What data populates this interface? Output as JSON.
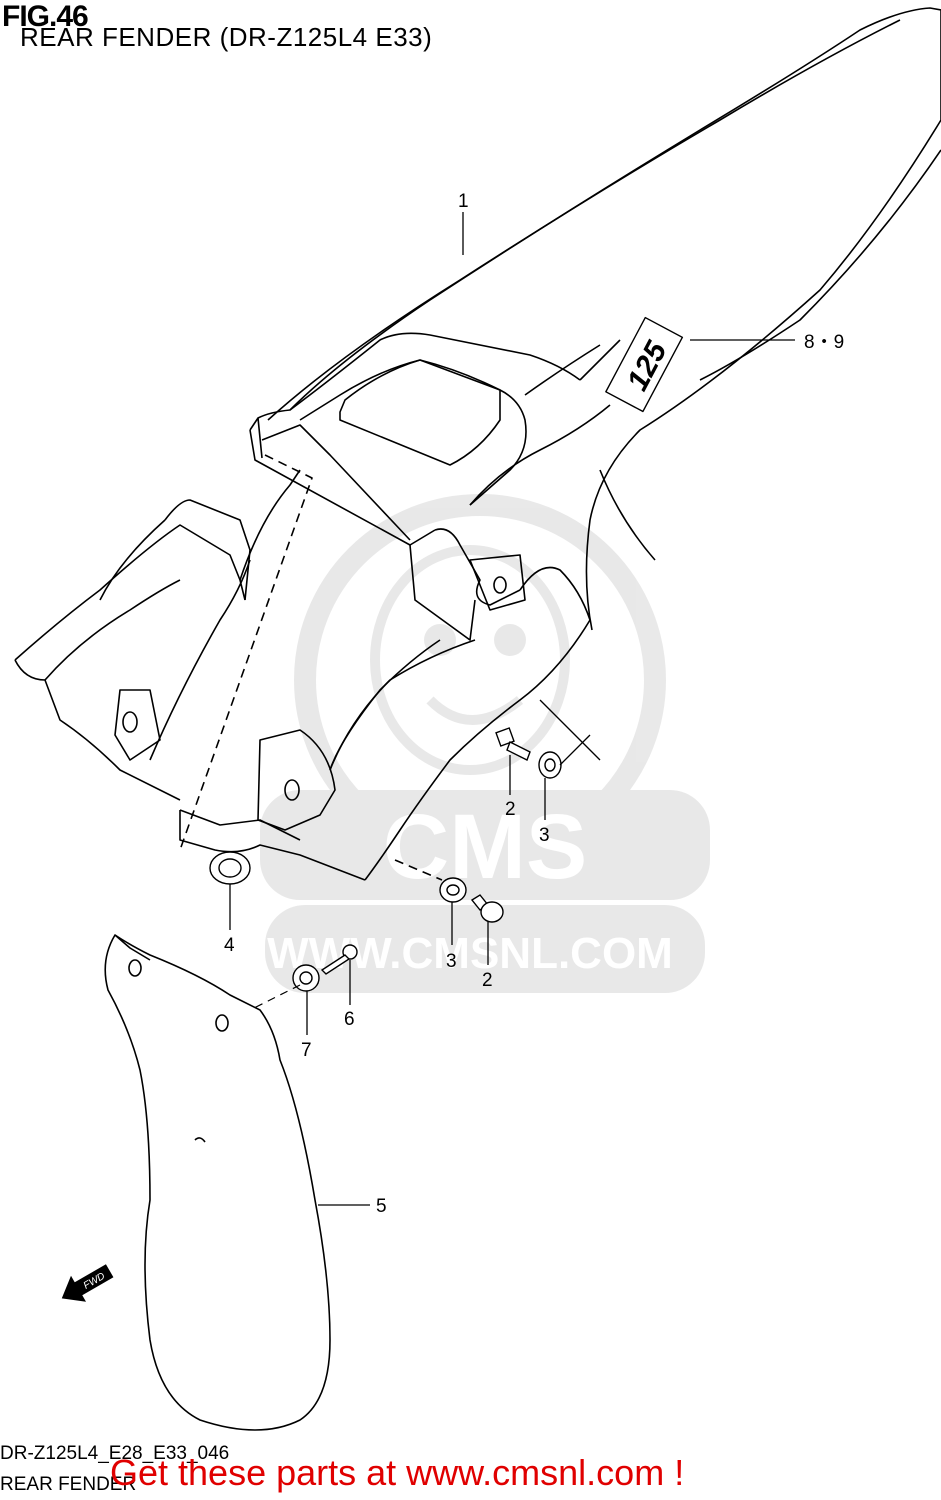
{
  "header": {
    "fig_label": "FIG.46",
    "subtitle": "REAR FENDER (DR-Z125L4 E33)"
  },
  "callouts": [
    {
      "id": "c1",
      "label": "1"
    },
    {
      "id": "c2a",
      "label": "2"
    },
    {
      "id": "c3a",
      "label": "3"
    },
    {
      "id": "c89",
      "label": "8・9"
    },
    {
      "id": "c4",
      "label": "4"
    },
    {
      "id": "c3b",
      "label": "3"
    },
    {
      "id": "c2b",
      "label": "2"
    },
    {
      "id": "c6",
      "label": "6"
    },
    {
      "id": "c7",
      "label": "7"
    },
    {
      "id": "c5",
      "label": "5"
    }
  ],
  "fender_logo_text": "125",
  "fwd_arrow_label": "FWD",
  "watermark": {
    "url": "WWW.CMSNL.COM",
    "brand": "CMS"
  },
  "footer": {
    "diagram_code": "DR-Z125L4_E28_E33_046",
    "diagram_name": "REAR FENDER",
    "cta_link": "Get these parts at www.cmsnl.com !",
    "cta_color": "#e00000"
  }
}
